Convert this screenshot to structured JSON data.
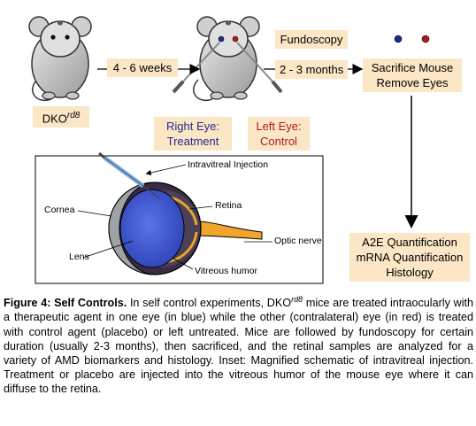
{
  "steps": {
    "age": "4 - 6 weeks",
    "fundoscopy": "Fundoscopy",
    "duration": "2 - 3 months",
    "sacrifice_line1": "Sacrifice Mouse",
    "sacrifice_line2": "Remove Eyes",
    "analysis_line1": "A2E Quantification",
    "analysis_line2": "mRNA Quantification",
    "analysis_line3": "Histology"
  },
  "mouse": {
    "strain": "DKO",
    "strain_sup": "rd8"
  },
  "eyes": {
    "right_line1": "Right Eye:",
    "right_line2": "Treatment",
    "left_line1": "Left Eye:",
    "left_line2": "Control",
    "right_color": "#1a2b8f",
    "left_color": "#b01a1a"
  },
  "inset": {
    "injection": "Intravitreal Injection",
    "cornea": "Cornea",
    "retina": "Retina",
    "optic_nerve": "Optic nerve",
    "lens": "Lens",
    "vitreous": "Vitreous humor"
  },
  "colors": {
    "box_fill": "#fbe6c5",
    "treatment_text": "#2a2a8c",
    "control_text": "#b01a1a"
  },
  "caption": {
    "label": "Figure 4: Self Controls.",
    "text1": " In self control experiments, DKO",
    "sup": "rd8",
    "text2": " mice are treated intraocularly with a therapeutic agent in one eye (in blue) while the other (contralateral) eye (in red) is treated with control agent (placebo) or left untreated. Mice are followed by fundoscopy for certain duration (usually 2-3 months), then sacrificed, and the retinal samples are analyzed for a variety of AMD biomarkers and histology. Inset: Magnified schematic of intravitreal injection. Treatment or placebo are injected into the vitreous humor of the mouse eye where it can diffuse to the retina."
  }
}
